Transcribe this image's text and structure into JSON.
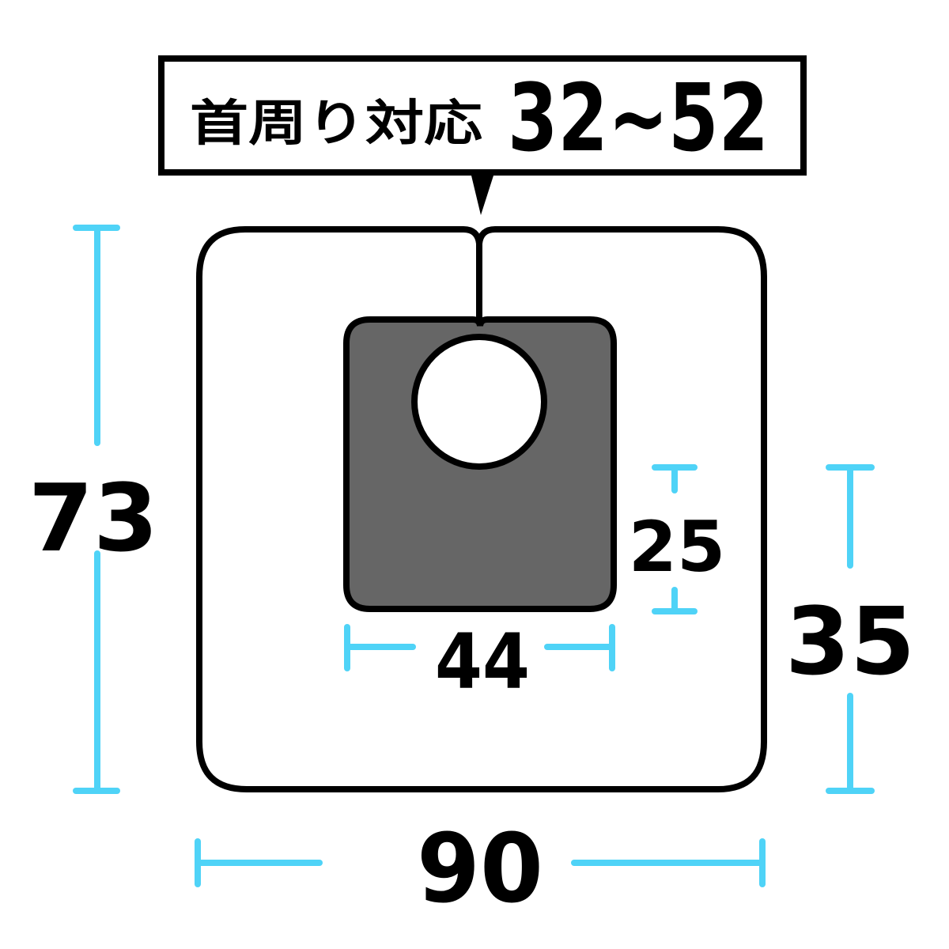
{
  "callout": {
    "label_jp": "首周り対応",
    "range": "32~52"
  },
  "dimensions": {
    "total_height": "73",
    "total_width": "90",
    "side_height": "35",
    "inner_height": "25",
    "inner_width": "44"
  },
  "colors": {
    "dimension_line": "#4fd3f7",
    "inner_panel": "#666666",
    "outline": "#000000",
    "background": "#ffffff"
  }
}
